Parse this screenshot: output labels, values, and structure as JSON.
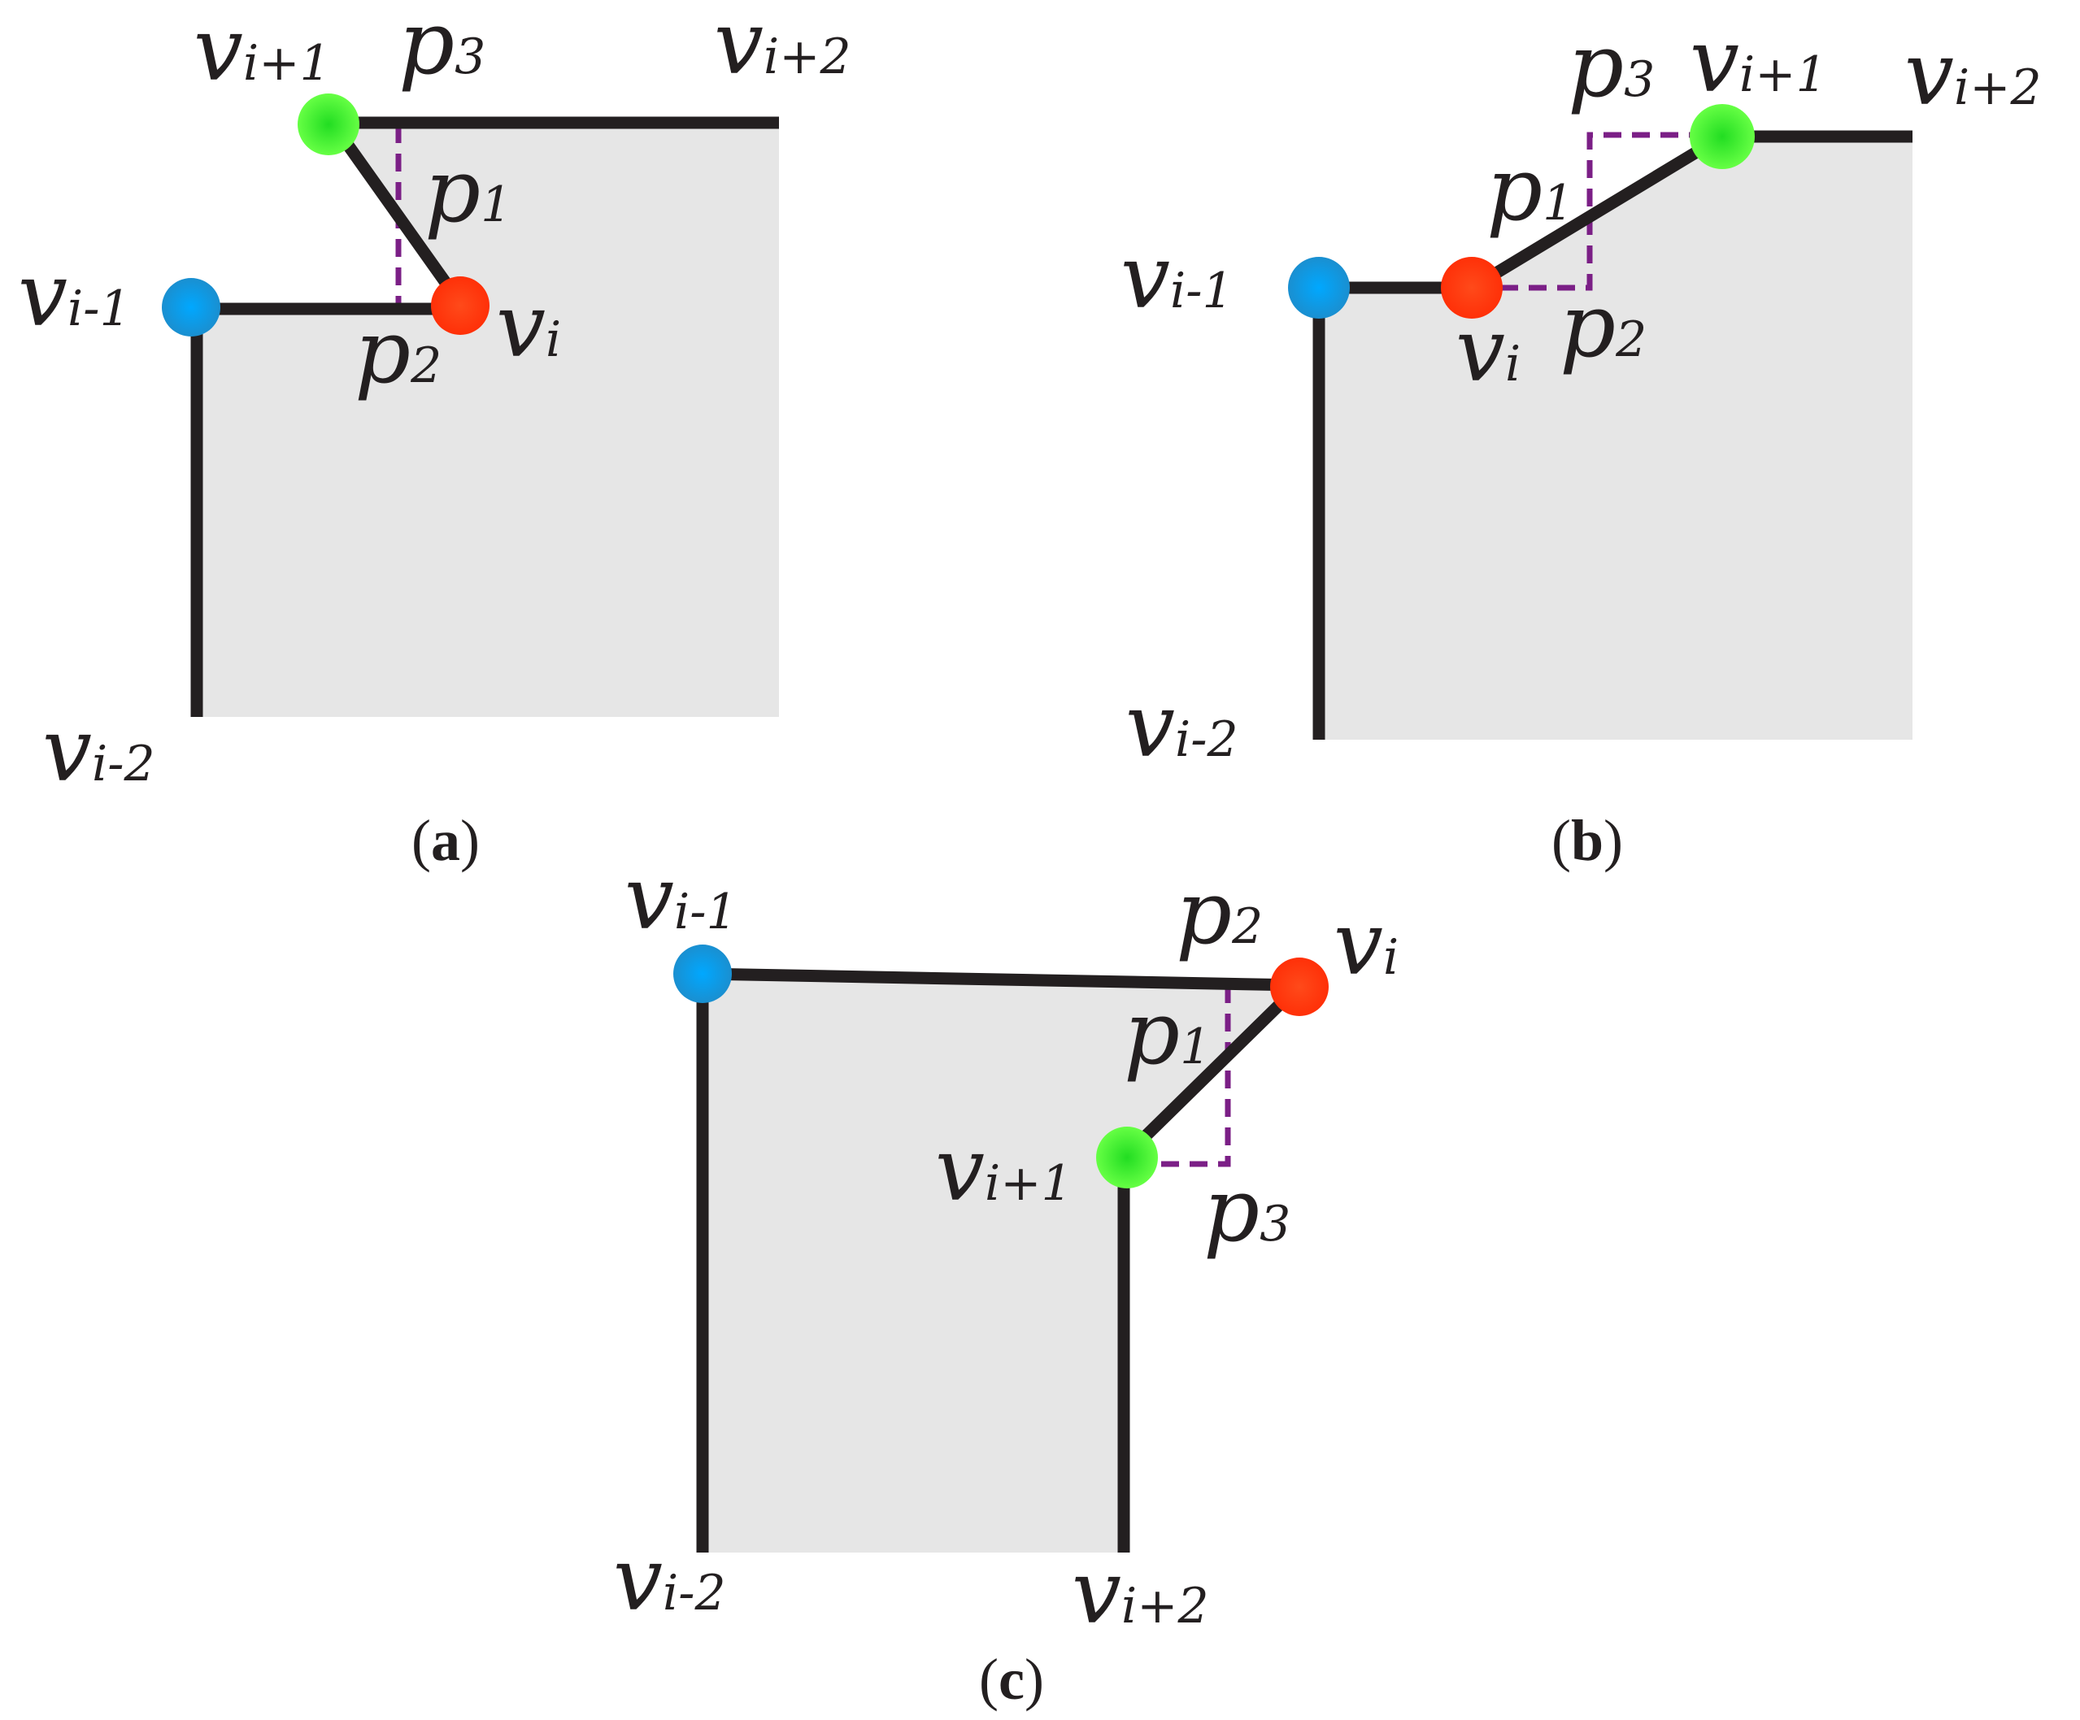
{
  "figure": {
    "panels": [
      {
        "caption": {
          "open": "(",
          "letter": "a",
          "close": ")"
        },
        "labels": {
          "v_im2": {
            "sym": "v",
            "sub": "i-2"
          },
          "v_im1": {
            "sym": "v",
            "sub": "i-1"
          },
          "v_i": {
            "sym": "v",
            "sub": "i"
          },
          "v_ip1": {
            "sym": "v",
            "sub": "i+1"
          },
          "v_ip2": {
            "sym": "v",
            "sub": "i+2"
          },
          "p1": {
            "sym": "p",
            "sub": "1"
          },
          "p2": {
            "sym": "p",
            "sub": "2"
          },
          "p3": {
            "sym": "p",
            "sub": "3"
          }
        }
      },
      {
        "caption": {
          "open": "(",
          "letter": "b",
          "close": ")"
        },
        "labels": {
          "v_im2": {
            "sym": "v",
            "sub": "i-2"
          },
          "v_im1": {
            "sym": "v",
            "sub": "i-1"
          },
          "v_i": {
            "sym": "v",
            "sub": "i"
          },
          "v_ip1": {
            "sym": "v",
            "sub": "i+1"
          },
          "v_ip2": {
            "sym": "v",
            "sub": "i+2"
          },
          "p1": {
            "sym": "p",
            "sub": "1"
          },
          "p2": {
            "sym": "p",
            "sub": "2"
          },
          "p3": {
            "sym": "p",
            "sub": "3"
          }
        }
      },
      {
        "caption": {
          "open": "(",
          "letter": "c",
          "close": ")"
        },
        "labels": {
          "v_im2": {
            "sym": "v",
            "sub": "i-2"
          },
          "v_im1": {
            "sym": "v",
            "sub": "i-1"
          },
          "v_i": {
            "sym": "v",
            "sub": "i"
          },
          "v_ip1": {
            "sym": "v",
            "sub": "i+1"
          },
          "v_ip2": {
            "sym": "v",
            "sub": "i+2"
          },
          "p1": {
            "sym": "p",
            "sub": "1"
          },
          "p2": {
            "sym": "p",
            "sub": "2"
          },
          "p3": {
            "sym": "p",
            "sub": "3"
          }
        }
      }
    ],
    "colors": {
      "vertex_i_minus_1": "#1a9ad6",
      "vertex_i": "#ff3a12",
      "vertex_i_plus_1": "#33ee22",
      "edge": "#231f20",
      "auxiliary": "#7b1f86",
      "region_fill": "#e6e6e6"
    }
  }
}
